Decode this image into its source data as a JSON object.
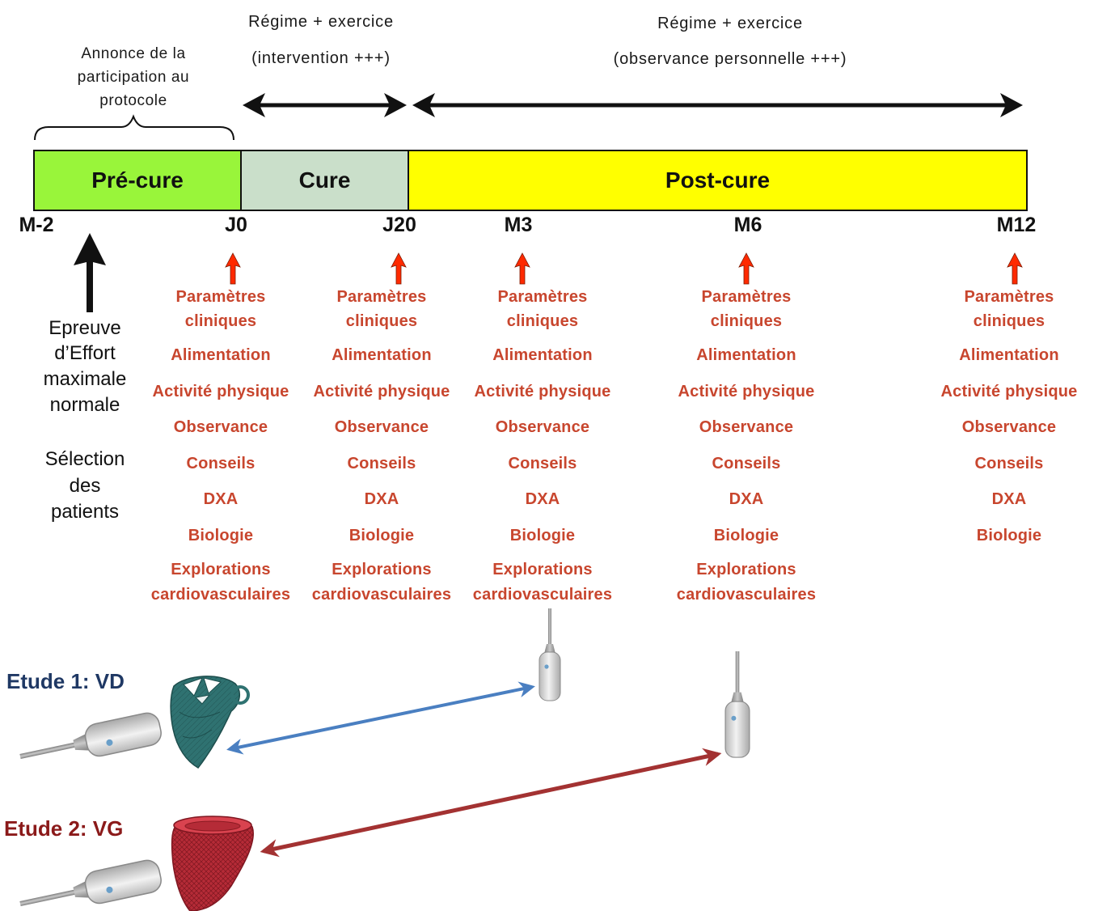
{
  "header": {
    "cure_regimen": {
      "title": "Régime + exercice",
      "note": "(intervention +++)"
    },
    "post_cure_regimen": {
      "title": "Régime + exercice",
      "note": "(observance personnelle +++)"
    },
    "announcement": [
      "Annonce de la",
      "participation au",
      "protocole"
    ]
  },
  "phases": [
    {
      "label": "Pré-cure",
      "color": "#99f53a"
    },
    {
      "label": "Cure",
      "color": "#cadfca"
    },
    {
      "label": "Post-cure",
      "color": "#ffff00"
    }
  ],
  "timepoints": [
    "M-2",
    "J0",
    "J20",
    "M3",
    "M6",
    "M12"
  ],
  "screening": {
    "effort_test": [
      "Epreuve",
      "d’Effort",
      "maximale",
      "normale"
    ],
    "selection": [
      "Sélection",
      "des",
      "patients"
    ]
  },
  "assessments": [
    {
      "lines": [
        "Paramètres",
        "cliniques",
        "Alimentation",
        "Activité physique",
        "Observance",
        "Conseils",
        "DXA",
        "Biologie",
        "Explorations",
        "cardiovasculaires"
      ]
    },
    {
      "lines": [
        "Paramètres",
        "cliniques",
        "Alimentation",
        "Activité physique",
        "Observance",
        "Conseils",
        "DXA",
        "Biologie",
        "Explorations",
        "cardiovasculaires"
      ]
    },
    {
      "lines": [
        "Paramètres",
        "cliniques",
        "Alimentation",
        "Activité physique",
        "Observance",
        "Conseils",
        "DXA",
        "Biologie",
        "Explorations",
        "cardiovasculaires"
      ]
    },
    {
      "lines": [
        "Paramètres",
        "cliniques",
        "Alimentation",
        "Activité physique",
        "Observance",
        "Conseils",
        "DXA",
        "Biologie",
        "Explorations",
        "cardiovasculaires"
      ]
    },
    {
      "lines": [
        "Paramètres",
        "cliniques",
        "Alimentation",
        "Activité physique",
        "Observance",
        "Conseils",
        "DXA",
        "Biologie"
      ]
    }
  ],
  "studies": [
    {
      "label": "Etude 1: VD",
      "color": "#1f3864"
    },
    {
      "label": "Etude 2: VG",
      "color": "#8b1a1a"
    }
  ],
  "colors": {
    "assessment_text": "#c8462e",
    "assessment_marker": "#ff2a00",
    "study1_link": "#4a7fc1",
    "study2_link": "#a33232"
  },
  "icons": [
    "ultrasound-probe-icon",
    "right-ventricle-model-icon",
    "left-ventricle-model-icon"
  ]
}
